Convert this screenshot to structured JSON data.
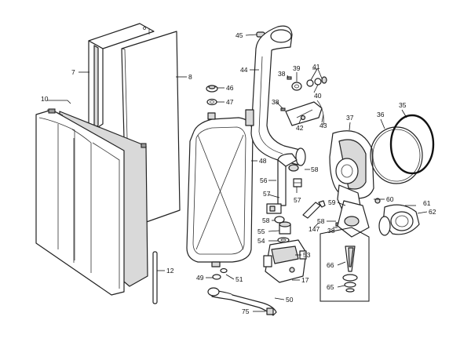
{
  "diagram": {
    "callouts": [
      {
        "id": "c45",
        "label": "45"
      },
      {
        "id": "c44",
        "label": "44"
      },
      {
        "id": "c38a",
        "label": "38"
      },
      {
        "id": "c39",
        "label": "39"
      },
      {
        "id": "c41",
        "label": "41"
      },
      {
        "id": "c40",
        "label": "40"
      },
      {
        "id": "c38b",
        "label": "38"
      },
      {
        "id": "c42",
        "label": "42"
      },
      {
        "id": "c43",
        "label": "43"
      },
      {
        "id": "c37",
        "label": "37"
      },
      {
        "id": "c36",
        "label": "36"
      },
      {
        "id": "c35",
        "label": "35"
      },
      {
        "id": "c7",
        "label": "7"
      },
      {
        "id": "c8",
        "label": "8"
      },
      {
        "id": "c46",
        "label": "46"
      },
      {
        "id": "c47",
        "label": "47"
      },
      {
        "id": "c10",
        "label": "10"
      },
      {
        "id": "c48",
        "label": "48"
      },
      {
        "id": "c58a",
        "label": "58"
      },
      {
        "id": "c56",
        "label": "56"
      },
      {
        "id": "c57a",
        "label": "57"
      },
      {
        "id": "c57b",
        "label": "57"
      },
      {
        "id": "c58b",
        "label": "58"
      },
      {
        "id": "c59",
        "label": "59"
      },
      {
        "id": "c60",
        "label": "60"
      },
      {
        "id": "c61",
        "label": "61"
      },
      {
        "id": "c62",
        "label": "62"
      },
      {
        "id": "c58c",
        "label": "58"
      },
      {
        "id": "c147",
        "label": "147"
      },
      {
        "id": "c38c",
        "label": "38"
      },
      {
        "id": "c55",
        "label": "55"
      },
      {
        "id": "c54",
        "label": "54"
      },
      {
        "id": "c53",
        "label": "53"
      },
      {
        "id": "c66",
        "label": "66"
      },
      {
        "id": "c65",
        "label": "65"
      },
      {
        "id": "c12",
        "label": "12"
      },
      {
        "id": "c49",
        "label": "49"
      },
      {
        "id": "c51",
        "label": "51"
      },
      {
        "id": "c17",
        "label": "17"
      },
      {
        "id": "c50",
        "label": "50"
      },
      {
        "id": "c75",
        "label": "75"
      }
    ]
  }
}
